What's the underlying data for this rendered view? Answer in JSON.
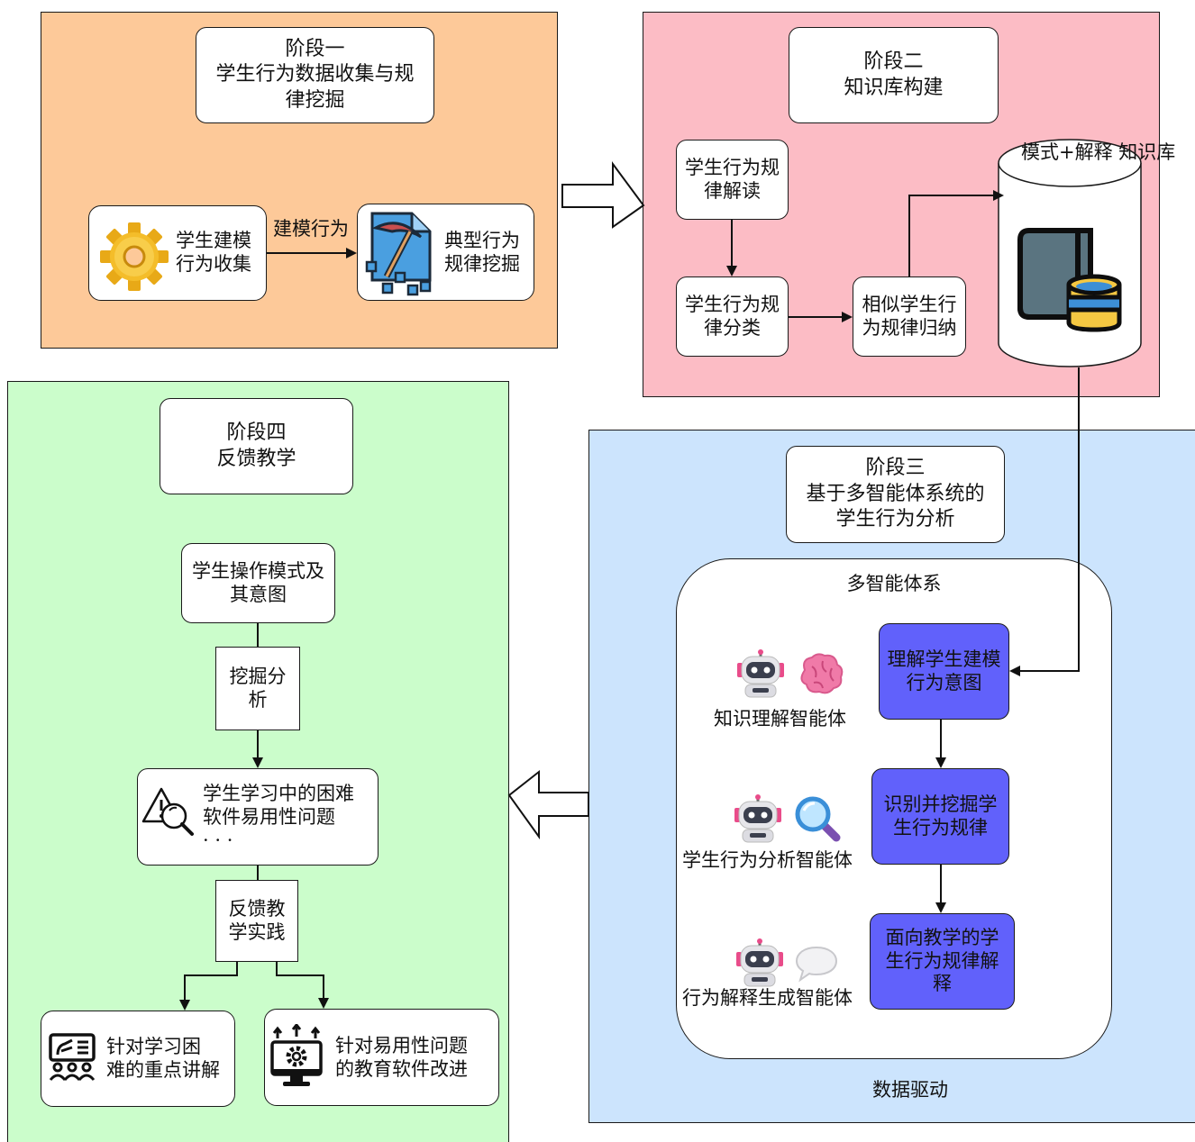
{
  "colors": {
    "stage1_bg": "#fdc999",
    "stage2_bg": "#fcbcc5",
    "stage3_bg": "#cce4fd",
    "stage4_bg": "#cbfdcb",
    "agent_task_bg": "#6161fb"
  },
  "stage1": {
    "title": "阶段一\n学生行为数据收集与规\n律挖掘",
    "collect_box": "学生建模\n行为收集",
    "edge_label": "建模行为",
    "mining_box": "典型行为\n规律挖掘"
  },
  "stage2": {
    "title": "阶段二\n知识库构建",
    "interpret": "学生行为规\n律解读",
    "classify": "学生行为规\n律分类",
    "induce": "相似学生行\n为规律归纳",
    "knowledge_base": "模式+解释\n知识库"
  },
  "stage3": {
    "title": "阶段三\n基于多智能体系统的\n学生行为分析",
    "mas_title": "多智能体系\n统",
    "agents": [
      {
        "name": "知识理解智能体",
        "icon": "brain-icon"
      },
      {
        "name": "学生行为分析智能体",
        "icon": "magnifier-icon"
      },
      {
        "name": "行为解释生成智能体",
        "icon": "speech-bubble-icon"
      }
    ],
    "tasks": [
      "理解学生建模\n行为意图",
      "识别并挖掘学\n生行为规律",
      "面向教学的学\n生行为规律解\n释"
    ],
    "footer": "数据驱动"
  },
  "stage4": {
    "title": "阶段四\n反馈教学",
    "patterns": "学生操作模式及\n其意图",
    "mining": "挖掘分\n析",
    "problems": "学生学习中的困难\n软件易用性问题\n· · ·",
    "practice": "反馈教\n学实践",
    "lecture": "针对学习困\n难的重点讲解",
    "software": "针对易用性问题\n的教育软件改进"
  }
}
